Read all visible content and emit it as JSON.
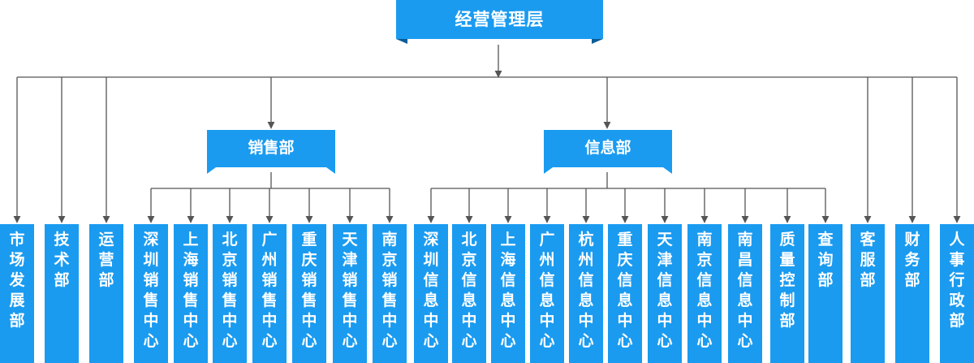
{
  "top": "经营管理层",
  "sales": {
    "label": "销售部",
    "children": [
      "深圳销售中心",
      "上海销售中心",
      "北京销售中心",
      "广州销售中心",
      "重庆销售中心",
      "天津销售中心",
      "南京销售中心"
    ]
  },
  "info": {
    "label": "信息部",
    "children": [
      "深圳信息中心",
      "北京信息中心",
      "上海信息中心",
      "广州信息中心",
      "杭州信息中心",
      "重庆信息中心",
      "天津信息中心",
      "南京信息中心",
      "南昌信息中心",
      "质量控制部",
      "查询部"
    ]
  },
  "left_departments": [
    "市场发展部",
    "技术部",
    "运营部"
  ],
  "right_departments": [
    "客服部",
    "财务部",
    "人事行政部"
  ],
  "colors": {
    "box": "#1a9bf0",
    "ribbon_tail": "#5fb8f2",
    "ribbon_fold": "#0b5c96",
    "line": "#555555"
  }
}
